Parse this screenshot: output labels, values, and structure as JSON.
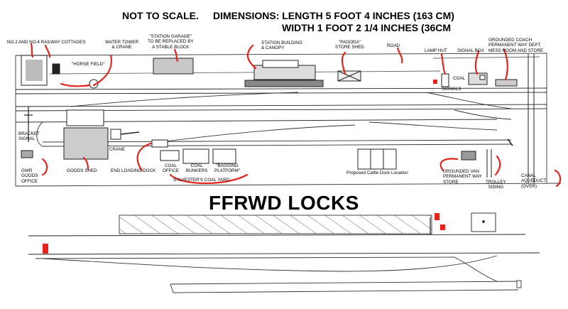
{
  "header": {
    "scale_note": "NOT TO SCALE.",
    "dimensions_length": "DIMENSIONS: LENGTH 5 FOOT 4 INCHES (163 CM)",
    "dimensions_width": "WIDTH 1 FOOT 2 1/4 INCHES (36CM"
  },
  "title": "FFRWD LOCKS",
  "labels": {
    "cottages": "NO.2 AND NO.4 RAILWAY COTTAGES",
    "water_tower": "WATER TOWER\n& CRANE",
    "station_garage": "\"STATION GARAGE\"\nTO BE REPLACED BY\nA STABLE BLOCK",
    "station_building": "STATION BUILDING\n& CANOPY",
    "pagoda": "\"PAGODA\"\nSTORE SHED",
    "road": "ROAD",
    "lamp_hut": "LAMP HUT",
    "signal_box": "SIGNAL BOX",
    "grounded_coach": "GROUNDED COACH\nPERMANENT WAY DEPT.\nMESS ROOM AND STORE",
    "horse_field": "\"HORSE FIELD\"",
    "coal_small": "COAL",
    "signals": "SIGNALS",
    "bracket_signal": "BRACKET\nSIGNAL",
    "crane": "CRANE",
    "gwr_goods_office": "GWR\nGOODS\nOFFICE",
    "goods_shed": "GOODS SHED",
    "end_loading_dock": "END LOADING DOCK",
    "coal_office": "COAL\nOFFICE",
    "coal_bunkers": "COAL\nBUNKERS",
    "bagging_platform": "\"BAGGING\nPLATFORM\"",
    "coal_yard": "SYLVESTER'S COAL YARD",
    "cattle_dock": "Proposed Cattle Dock Location",
    "grounded_van": "GROUNDED VAN\nPERMANENT WAY\nSTORE",
    "trolley_siding": "TROLLEY\nSIDING",
    "canal_aqueduct": "CANAL\nAQUEDUCT\n(OVER)"
  },
  "colors": {
    "ink": "#000000",
    "annotation_red": "#e4231c",
    "pencil": "#444444",
    "hatch": "#555555"
  },
  "icons": {
    "signal_marker": "red-signal-icon"
  }
}
